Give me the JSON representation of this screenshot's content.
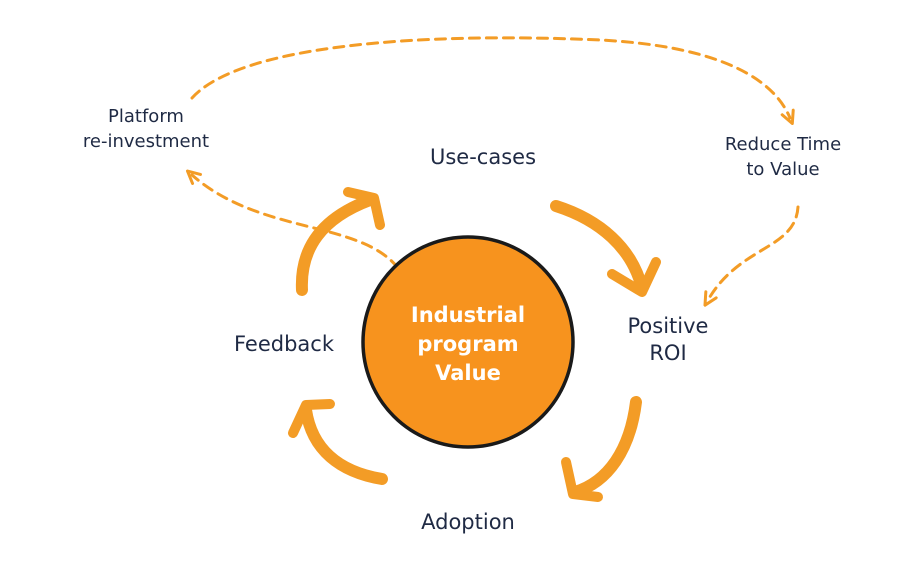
{
  "diagram": {
    "center": {
      "line1": "Industrial",
      "line2": "program",
      "line3": "Value"
    },
    "cycle": {
      "use_cases": "Use-cases",
      "positive_roi_line1": "Positive",
      "positive_roi_line2": "ROI",
      "adoption": "Adoption",
      "feedback": "Feedback"
    },
    "outer": {
      "platform_line1": "Platform",
      "platform_line2": "re-investment",
      "reduce_line1": "Reduce Time",
      "reduce_line2": "to Value"
    }
  },
  "colors": {
    "accent": "#F7931E",
    "arrow": "#F39C26",
    "circle_fill": "#F7931E",
    "circle_stroke": "#1a1a1a",
    "text": "#1f2a44"
  },
  "icons": {
    "solid_arrow": "curved-solid-arrow-icon",
    "dashed_arrow": "curved-dashed-arrow-icon"
  }
}
